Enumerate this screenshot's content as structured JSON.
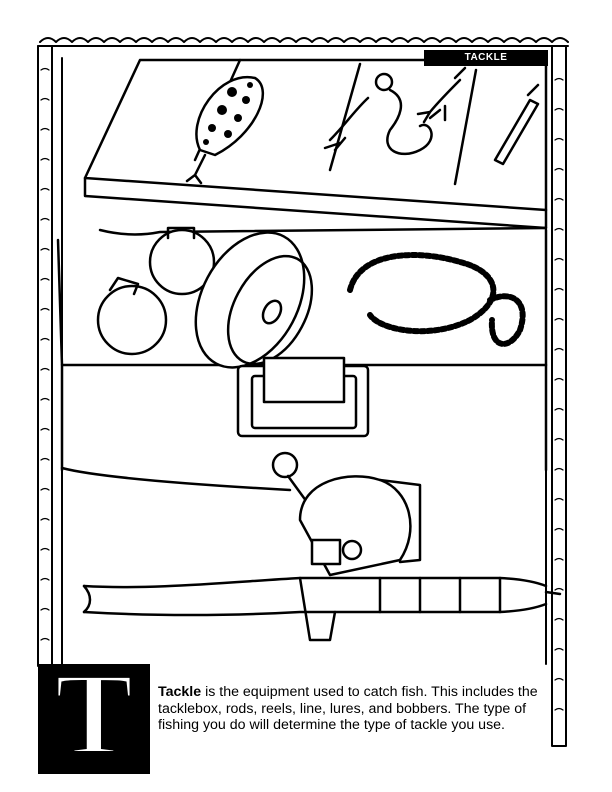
{
  "page": {
    "section_tag": "TACKLE",
    "letter": "T",
    "description": {
      "term": "Tackle",
      "text": " is the equipment used to catch fish. This includes the tacklebox, rods, reels, line, lures, and bobbers. The type of fishing you do will determine the type of tackle you use."
    }
  },
  "illustration": {
    "subjects": [
      "tackle-box",
      "lure",
      "bobber",
      "line-spool",
      "rope",
      "spincast-reel",
      "fishing-rod"
    ]
  },
  "colors": {
    "ink": "#000000",
    "paper": "#ffffff"
  }
}
